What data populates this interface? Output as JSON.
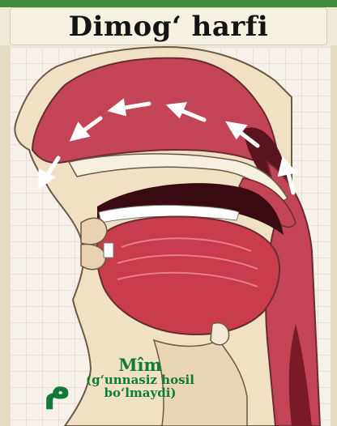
{
  "title": "Dimog‘ harfi",
  "caption": {
    "letter_name": "Mîm",
    "line1": "(g‘unnasiz hosil",
    "line2": "bo‘lmaydi)",
    "arabic_letter": "م"
  },
  "colors": {
    "accent_green": "#0f7a3a",
    "bar_green": "#3f8a3a",
    "tissue_pink": "#c24456",
    "skin": "#f0e1c4"
  },
  "icons": [
    "arrow-icon",
    "nasal-cavity-diagram"
  ]
}
